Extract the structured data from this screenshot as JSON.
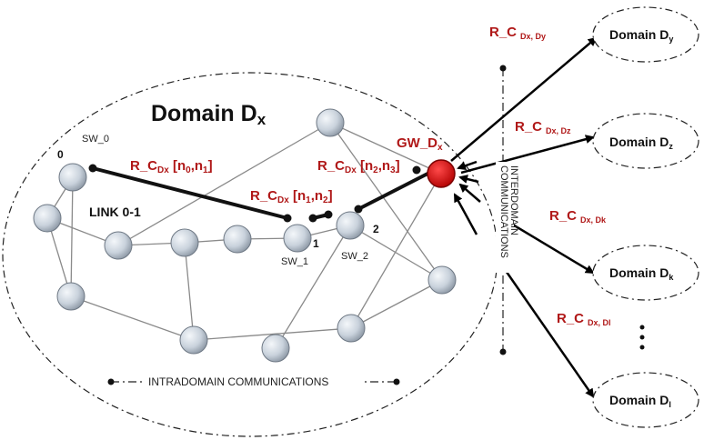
{
  "domain_main": {
    "title_main": "Domain D",
    "title_sub": "x"
  },
  "gateway": {
    "label_main": "GW_D",
    "label_sub": "x",
    "color": "#c0090b"
  },
  "switch_labels": {
    "sw0": "SW_0",
    "sw1": "SW_1",
    "sw2": "SW_2",
    "n0": "0",
    "n1": "1",
    "n2": "2"
  },
  "link_label": "LINK 0-1",
  "route_labels": {
    "r01": {
      "prefix": "R_C",
      "sub": "Dx",
      "mid": " [n",
      "a": "0",
      "sep": ",n",
      "b": "1",
      "end": "]"
    },
    "r12": {
      "prefix": "R_C",
      "sub": "Dx",
      "mid": " [n",
      "a": "1",
      "sep": ",n",
      "b": "2",
      "end": "]"
    },
    "r23": {
      "prefix": "R_C",
      "sub": "Dx",
      "mid": " [n",
      "a": "2",
      "sep": ",n",
      "b": "3",
      "end": "]"
    }
  },
  "intradomain_label": "INTRADOMAIN COMMUNICATIONS",
  "interdomain_label": "INTERDOMAIN COMMUNICATIONS",
  "external_domains": [
    {
      "main": "Domain D",
      "sub": "y",
      "route_main": "R_C",
      "route_sub": "Dx, Dy"
    },
    {
      "main": "Domain D",
      "sub": "z",
      "route_main": "R_C",
      "route_sub": "Dx, Dz"
    },
    {
      "main": "Domain D",
      "sub": "k",
      "route_main": "R_C",
      "route_sub": "Dx, Dk"
    },
    {
      "main": "Domain D",
      "sub": "l",
      "route_main": "R_C",
      "route_sub": "Dx, Dl"
    }
  ],
  "ellipsis": "⋮",
  "colors": {
    "node_fill": "#c9d2dc",
    "node_stroke": "#6e7884",
    "edge": "#8a8a8a",
    "route_text": "#b01818"
  }
}
